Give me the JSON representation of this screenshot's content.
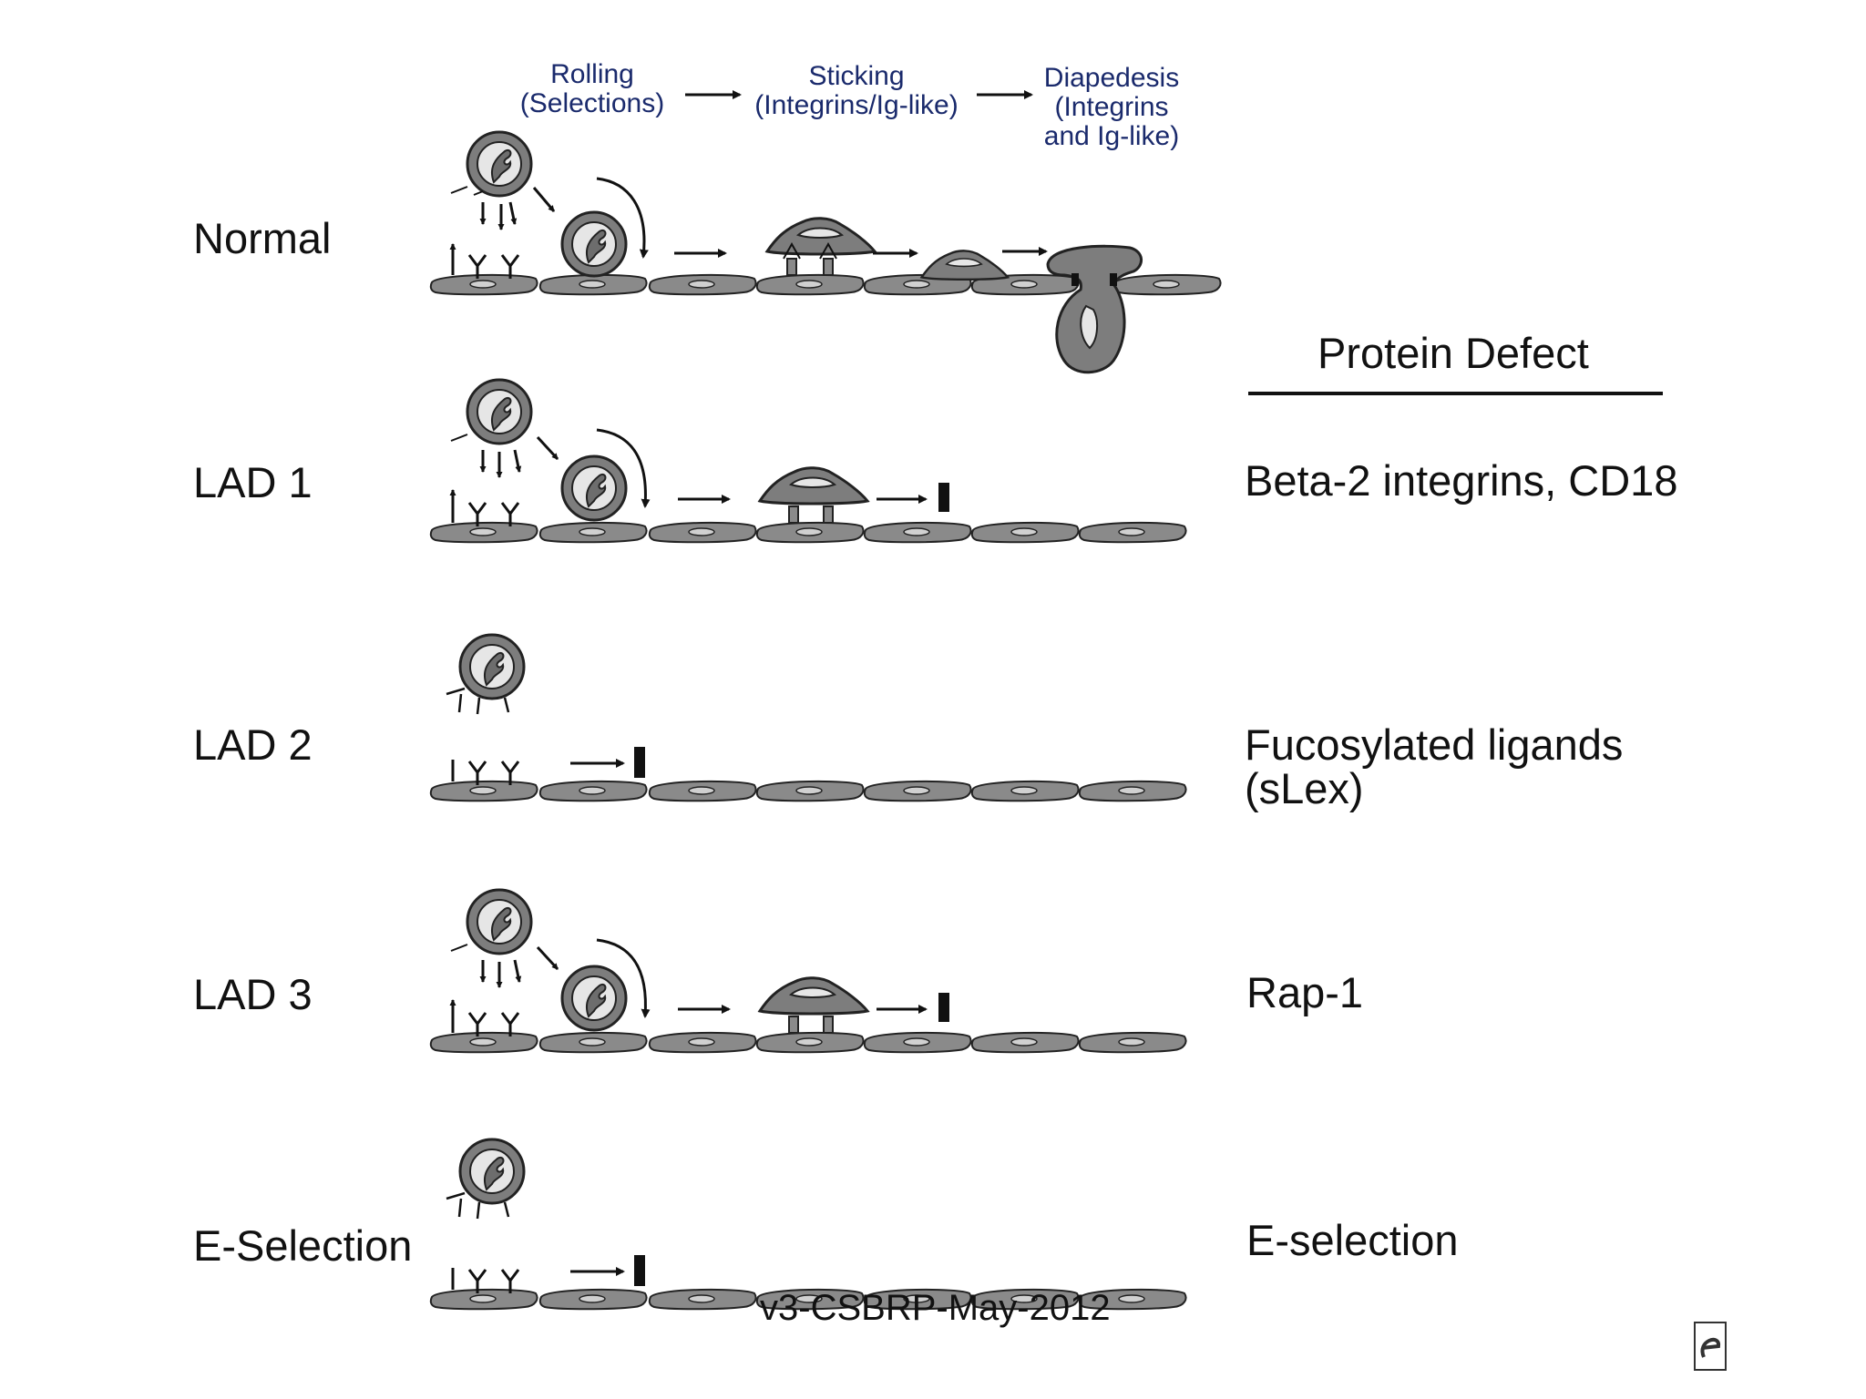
{
  "stages": {
    "rolling": {
      "line1": "Rolling",
      "line2": "(Selections)"
    },
    "sticking": {
      "line1": "Sticking",
      "line2": "(Integrins/Ig-like)"
    },
    "diapedesis": {
      "line1": "Diapedesis",
      "line2": "(Integrins",
      "line3": "and Ig-like)"
    }
  },
  "rows": [
    {
      "label": "Normal",
      "defect": ""
    },
    {
      "label": "LAD 1",
      "defect": "Beta-2 integrins, CD18"
    },
    {
      "label": "LAD 2",
      "defect": "Fucosylated ligands",
      "defect2": "(sLex)"
    },
    {
      "label": "LAD 3",
      "defect": "Rap-1"
    },
    {
      "label": "E-Selection",
      "defect": "E-selection"
    }
  ],
  "defect_header": "Protein Defect",
  "footer": "v3-CSBRP-May-2012",
  "colors": {
    "stage_text": "#1a2a6c",
    "cell_fill": "#8a8a8a",
    "cell_stroke": "#222222"
  },
  "icons": {
    "corner_logo": "e-logo-icon"
  }
}
